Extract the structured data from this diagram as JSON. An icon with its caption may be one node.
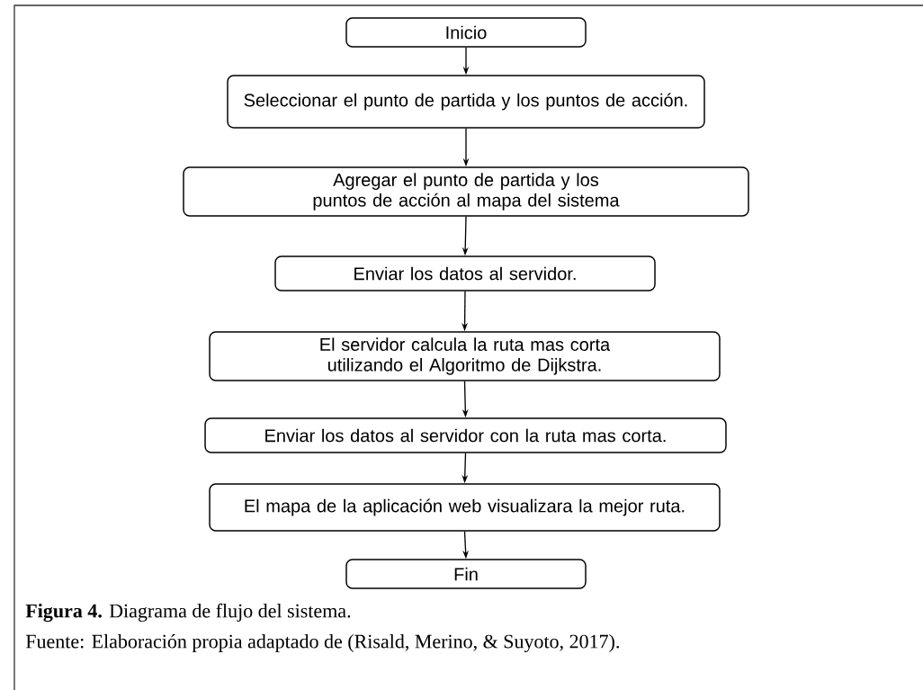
{
  "diagram": {
    "caption": "**Figura 4.** Diagrama de flujo del sistema.",
    "nodes": [
      {
        "text": [
          "Inicio"
        ]
      },
      {
        "text": [
          "Seleccionar el punto de partida y los puntos de acción."
        ]
      },
      {
        "text": [
          "Agregar el punto de partida y los puntos de acción al mapa del sistema"
        ]
      },
      {
        "text": [
          "Enviar los datos al servidor."
        ]
      },
      {
        "text": [
          "El servidor calcula la ruta mas corta utilizando el Algoritmo de Dijkstra."
        ]
      },
      {
        "text": [
          "Enviar los datos al servidor con la ruta mas corta."
        ]
      },
      {
        "text": [
          "El mapa de la aplicación web visualizara la mejor ruta."
        ]
      },
      {
        "text": [
          "Fin"
        ]
      }
    ],
    "edges": [
      {
        "from": 0,
        "to": 1,
        "arrow": "to"
      },
      {
        "from": 1,
        "to": 2,
        "arrow": "to"
      },
      {
        "from": 2,
        "to": 3,
        "arrow": "to"
      },
      {
        "from": 3,
        "to": 4,
        "arrow": "to"
      },
      {
        "from": 4,
        "to": 5,
        "arrow": "to"
      },
      {
        "from": 5,
        "to": 6,
        "arrow": "to"
      },
      {
        "from": 6,
        "to": 7,
        "arrow": "to"
      }
    ],
    "labels": [
      "Fuente: Elaboración propia adaptado de (Risald, Merino, & Suyoto, 2017)."
    ]
  }
}
